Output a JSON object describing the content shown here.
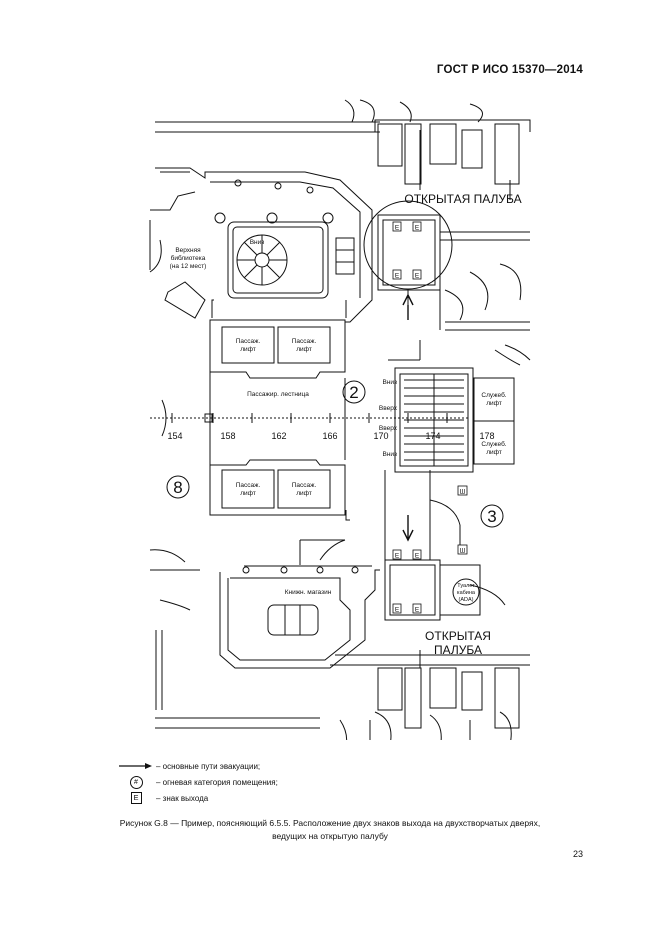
{
  "header": {
    "standard": "ГОСТ Р ИСО 15370—2014"
  },
  "plan": {
    "deck_top": "ОТКРЫТАЯ ПАЛУБА",
    "deck_bottom": [
      "ОТКРЫТАЯ",
      "ПАЛУБА"
    ],
    "library": [
      "Верхняя",
      "библиотека",
      "(на 12 мест)"
    ],
    "stairs_down_top": "Вниз",
    "passenger_lift": [
      "Пассаж.",
      "лифт"
    ],
    "passenger_stair": "Пассажир. лестница",
    "zones": {
      "z2": "2",
      "z3": "3",
      "z8": "8"
    },
    "frames": [
      "154",
      "158",
      "162",
      "166",
      "170",
      "174",
      "178"
    ],
    "stair_labels": {
      "down_top": "Вниз",
      "up_1": "Вверх",
      "up_2": "Вверх",
      "down_bottom": "Вниз"
    },
    "service_lift": [
      "Служеб.",
      "лифт"
    ],
    "bookstore": "Книжн. магазин",
    "toilet": [
      "Туалет",
      "кабина",
      "(ADA)"
    ],
    "exit_letter": "E",
    "sh_letter": "Ш"
  },
  "legend": {
    "evacuation": "– основные пути эвакуации;",
    "category_symbol": "#",
    "category": "– огневая категория помещения;",
    "exit_symbol": "E",
    "exit": "– знак выхода"
  },
  "caption": {
    "line1": "Рисунок  G.8 — Пример, поясняющий 6.5.5. Расположение двух знаков выхода на двухстворчатых дверях,",
    "line2": "ведущих на открытую палубу"
  },
  "page": {
    "number": "23"
  }
}
